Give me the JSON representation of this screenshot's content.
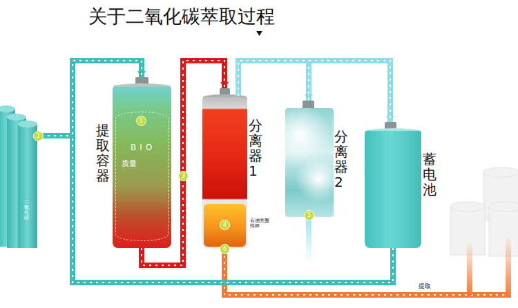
{
  "diagram": {
    "title": "关于二氧化碳萃取过程",
    "nodes": [
      {
        "text": [
          "二氧化碳"
        ]
      },
      {
        "text": [
          "提取容器"
        ]
      },
      {
        "text": [
          "BIO",
          "质量"
        ],
        "in": 1
      },
      {
        "text": [
          "分离器1"
        ]
      },
      {
        "text": [
          "石油完整性杯"
        ],
        "in": 3
      },
      {
        "text": [
          "分离器2"
        ]
      },
      {
        "text": [
          "蓄电池"
        ]
      }
    ],
    "edges": [
      {
        "from": 0,
        "to": 1,
        "arrow": "to"
      },
      {
        "from": 6,
        "to": 1,
        "arrow": "to"
      },
      {
        "from": 1,
        "to": 3,
        "arrow": "to"
      },
      {
        "from": 3,
        "to": 5,
        "arrow": "to"
      },
      {
        "from": 3,
        "to": 6,
        "arrow": "to"
      }
    ],
    "labels": [
      "1",
      "2",
      "3",
      "4",
      "5",
      "6",
      "提取"
    ]
  }
}
